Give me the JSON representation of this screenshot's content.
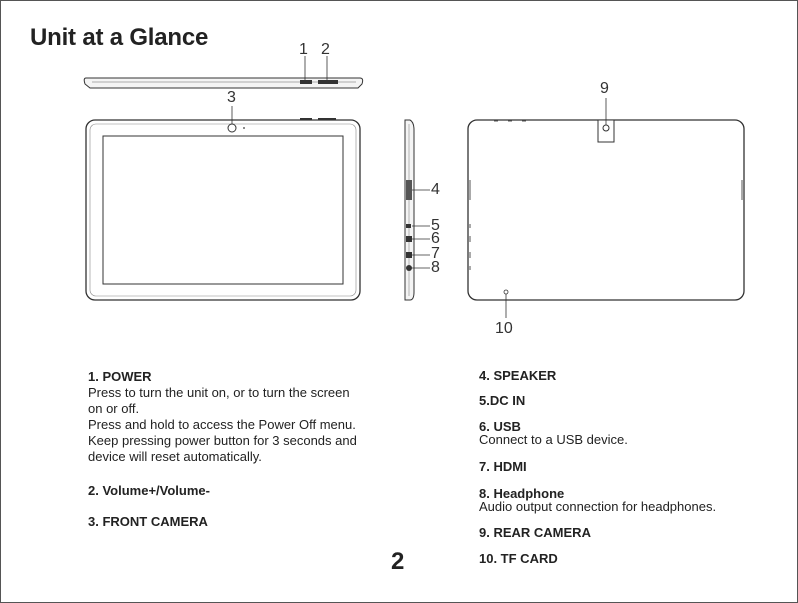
{
  "page_title": "Unit at a Glance",
  "callouts": [
    "1",
    "2",
    "3",
    "4",
    "5",
    "6",
    "7",
    "8",
    "9",
    "10"
  ],
  "left_column": {
    "power": {
      "heading": "1. POWER",
      "lines": [
        "Press to turn the unit on, or to turn the screen",
        "on or off.",
        "Press and hold to access the Power Off menu.",
        "Keep pressing power button for 3 seconds and",
        "device will reset automatically."
      ]
    },
    "volume": {
      "heading": "2. Volume+/Volume-"
    },
    "front_camera": {
      "heading": "3. FRONT CAMERA"
    }
  },
  "right_column": {
    "speaker": {
      "heading": "4. SPEAKER"
    },
    "dc_in": {
      "heading": "5.DC IN"
    },
    "usb": {
      "heading": "6. USB",
      "desc": "Connect to a USB device."
    },
    "hdmi": {
      "heading": "7. HDMI"
    },
    "headphone": {
      "heading": "8. Headphone",
      "desc": "Audio output connection for headphones."
    },
    "rear_camera": {
      "heading": "9. REAR CAMERA"
    },
    "tf_card": {
      "heading": "10. TF CARD"
    }
  },
  "page_number": "2",
  "colors": {
    "line": "#333333",
    "text": "#222222"
  }
}
